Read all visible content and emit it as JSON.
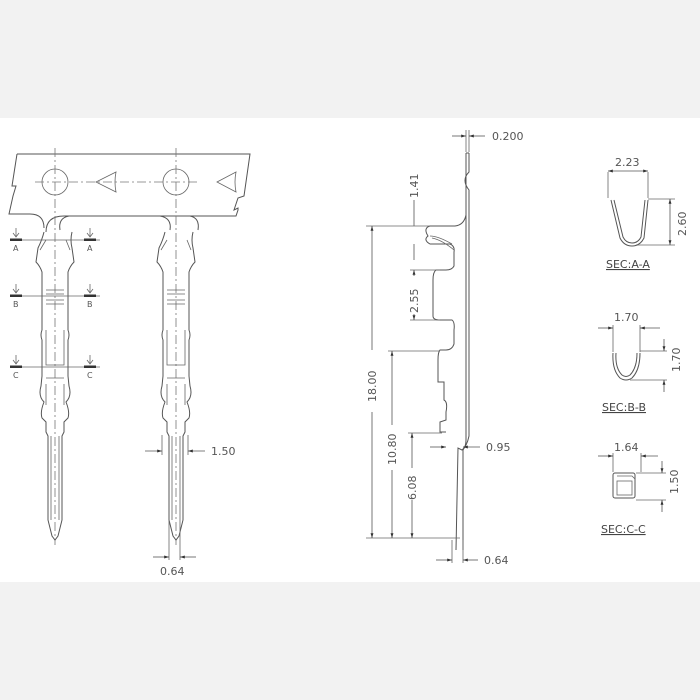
{
  "drawing": {
    "background": "#f2f2f2",
    "canvas_color": "#ffffff",
    "line_color": "#555555",
    "front_view": {
      "section_markers": [
        "A",
        "A",
        "B",
        "B",
        "C",
        "C"
      ],
      "dimensions": {
        "width_crimp": "1.50",
        "pin_width": "0.64"
      }
    },
    "side_view": {
      "dimensions": {
        "thickness": "0.200",
        "d1": "1.41",
        "d2": "2.55",
        "total_length": "18.00",
        "d3": "10.80",
        "d4": "6.08",
        "d5": "0.95",
        "d6": "0.64"
      }
    },
    "sections": [
      {
        "title": "SEC:A-A",
        "width": "2.23",
        "height": "2.60"
      },
      {
        "title": "SEC:B-B",
        "width": "1.70",
        "height": "1.70"
      },
      {
        "title": "SEC:C-C",
        "width": "1.64",
        "height": "1.50"
      }
    ]
  }
}
